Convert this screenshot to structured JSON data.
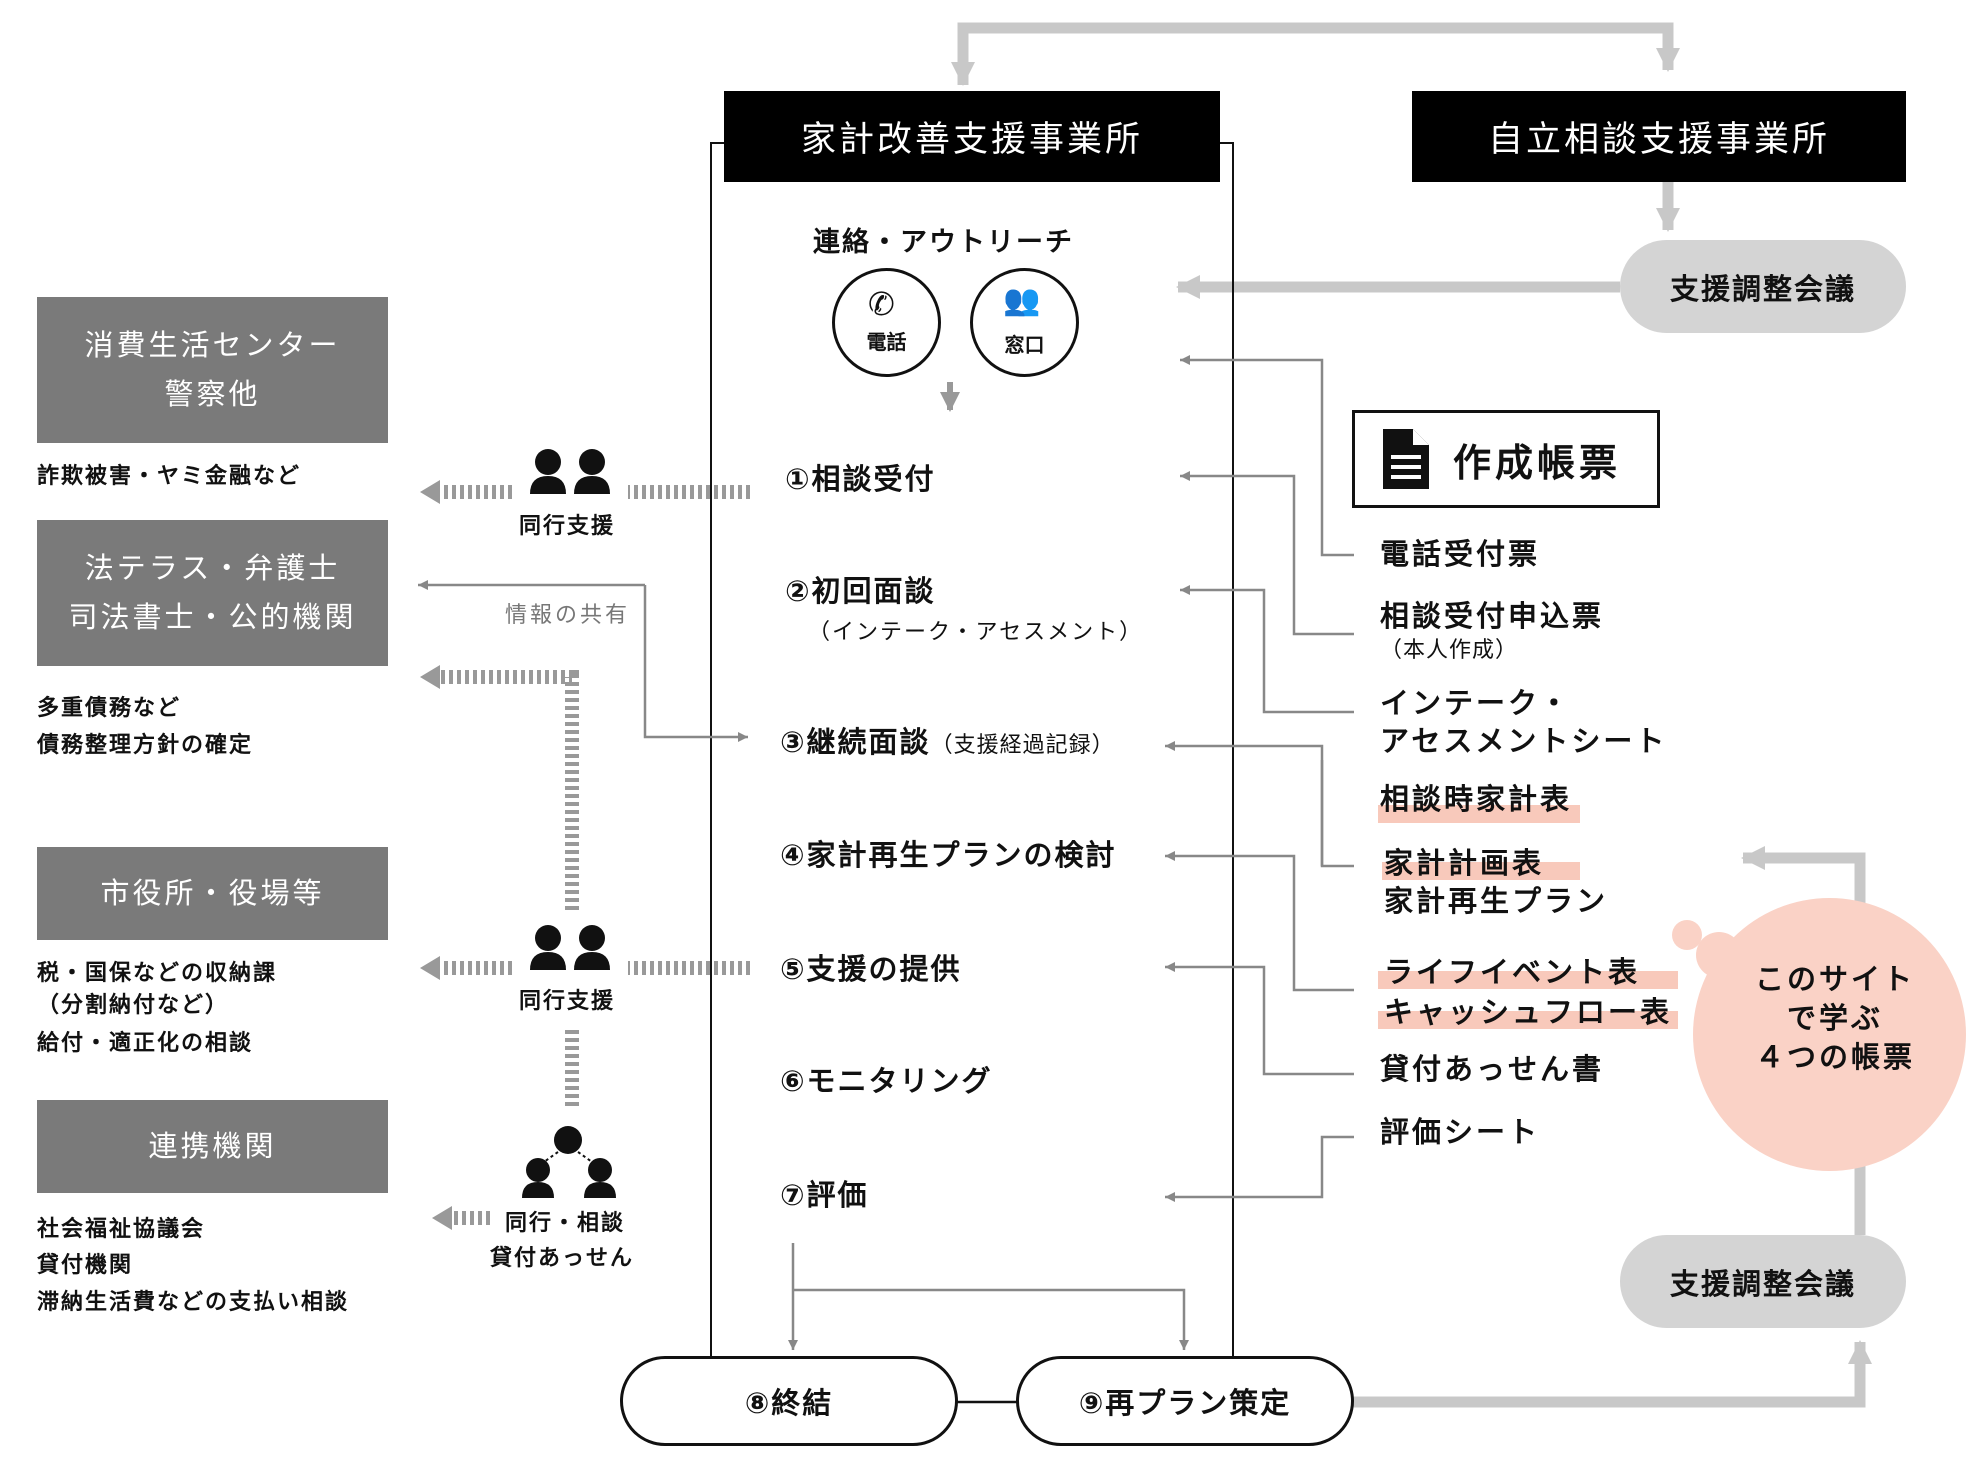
{
  "headers": {
    "kakei": "家計改善支援事業所",
    "jiritsu": "自立相談支援事業所"
  },
  "contact": {
    "title": "連絡・アウトリーチ",
    "phone": "電話",
    "counter": "窓口"
  },
  "steps": [
    {
      "label": "①相談受付"
    },
    {
      "label": "②初回面談",
      "sub": "（インテーク・アセスメント）"
    },
    {
      "label": "③継続面談",
      "sub": "（支援経過記録）"
    },
    {
      "label": "④家計再生プランの検討"
    },
    {
      "label": "⑤支援の提供"
    },
    {
      "label": "⑥モニタリング"
    },
    {
      "label": "⑦評価"
    }
  ],
  "end_nodes": {
    "close": "⑧終結",
    "replan": "⑨再プラン策定"
  },
  "meetings": {
    "top": "支援調整会議",
    "bottom": "支援調整会議"
  },
  "left_orgs": [
    {
      "name_lines": [
        "消費生活センター",
        "警察他"
      ],
      "notes": [
        "詐欺被害・ヤミ金融など"
      ]
    },
    {
      "name_lines": [
        "法テラス・弁護士",
        "司法書士・公的機関"
      ],
      "notes": [
        "多重債務など",
        "債務整理方針の確定"
      ]
    },
    {
      "name_lines": [
        "市役所・役場等"
      ],
      "notes": [
        "税・国保などの収納課",
        "（分割納付など）",
        "給付・適正化の相談"
      ]
    },
    {
      "name_lines": [
        "連携機関"
      ],
      "notes": [
        "社会福祉協議会",
        "貸付機関",
        "滞納生活費などの支払い相談"
      ]
    }
  ],
  "middle_labels": {
    "accompany_1": "同行支援",
    "info_share": "情報の共有",
    "accompany_2": "同行支援",
    "accompany_consult_1": "同行・相談",
    "accompany_consult_2": "貸付あっせん"
  },
  "forms": {
    "title": "作成帳票",
    "items": [
      {
        "label": "電話受付票"
      },
      {
        "label": "相談受付申込票",
        "sub": "（本人作成）"
      },
      {
        "label": "インテーク・"
      },
      {
        "label": "アセスメントシート"
      },
      {
        "label": "相談時家計表",
        "highlight": true
      },
      {
        "label": "家計計画表",
        "highlight": true
      },
      {
        "label": "家計再生プラン"
      },
      {
        "label": "ライフイベント表",
        "highlight": true
      },
      {
        "label": "キャッシュフロー表",
        "highlight": true
      },
      {
        "label": "貸付あっせん書"
      },
      {
        "label": "評価シート"
      }
    ]
  },
  "site_note": "このサイト\nで学ぶ\n４つの帳票",
  "colors": {
    "black": "#000000",
    "gray_box": "#7a7a7a",
    "pill_gray": "#d4d4d4",
    "highlight": "#f8c9bb",
    "site_circle": "#fad2c6"
  }
}
